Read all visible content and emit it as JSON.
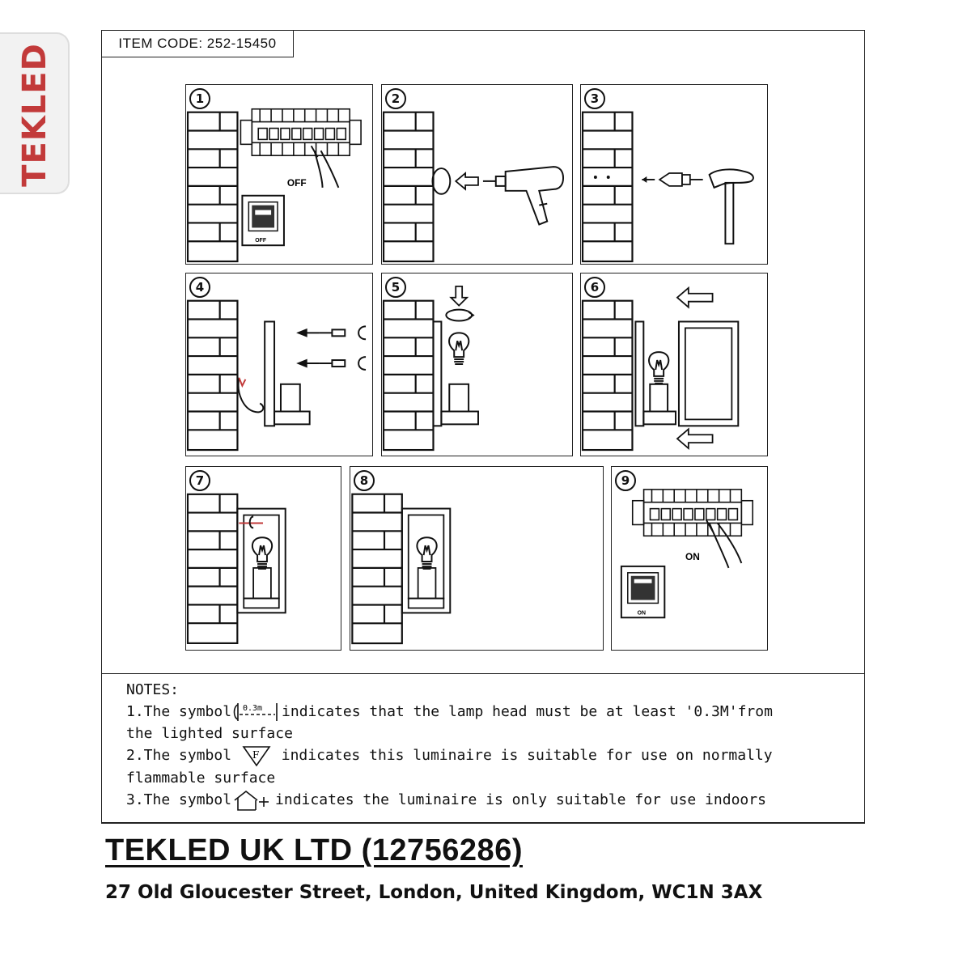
{
  "logo": {
    "text": "TEKLED",
    "accent_color": "#c23a3a"
  },
  "header": {
    "item_code": "ITEM CODE: 252-15450"
  },
  "steps": [
    {
      "num": "1",
      "switch_label": "OFF",
      "box_label": "OFF"
    },
    {
      "num": "2"
    },
    {
      "num": "3"
    },
    {
      "num": "4"
    },
    {
      "num": "5"
    },
    {
      "num": "6"
    },
    {
      "num": "7"
    },
    {
      "num": "8"
    },
    {
      "num": "9",
      "switch_label": "ON",
      "box_label": "ON"
    }
  ],
  "notes": {
    "title": "NOTES:",
    "note1_prefix": "1.The symbol",
    "note1_symbol": "0.3m",
    "note1_suffix": "indicates that the lamp head must be at least '0.3M'from",
    "note1_line2": "the lighted surface",
    "note2_prefix": "2.The symbol",
    "note2_symbol": "F",
    "note2_suffix": "indicates this luminaire is suitable for use on normally",
    "note2_line2": "flammable surface",
    "note3_prefix": "3.The symbol",
    "note3_suffix": "indicates the luminaire is only suitable for use indoors"
  },
  "footer": {
    "company": "TEKLED UK LTD (12756286)",
    "address": "27 Old Gloucester Street, London, United Kingdom, WC1N 3AX"
  }
}
